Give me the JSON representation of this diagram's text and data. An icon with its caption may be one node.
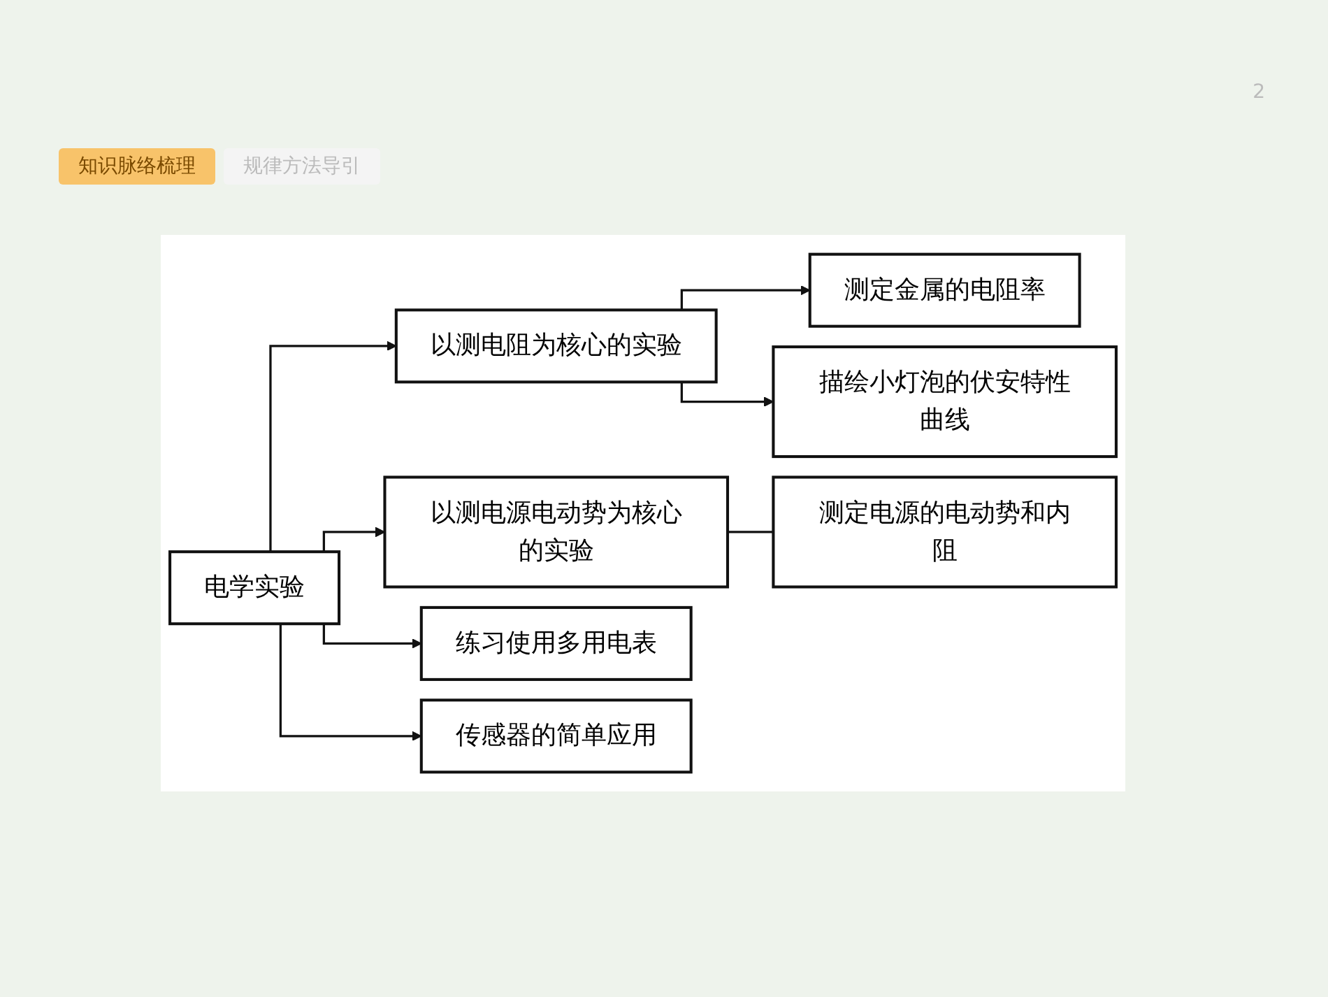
{
  "diagram": {
    "nodes": [
      {
        "text": [
          "电学实验"
        ]
      },
      {
        "text": [
          "以测电阻为核心的实验"
        ]
      },
      {
        "text": [
          "测定金属的电阻率"
        ]
      },
      {
        "text": [
          "描绘小灯泡的伏安特性曲线"
        ]
      },
      {
        "text": [
          "以测电源电动势为核心的实验"
        ]
      },
      {
        "text": [
          "测定电源的电动势和内阻"
        ]
      },
      {
        "text": [
          "练习使用多用电表"
        ]
      },
      {
        "text": [
          "传感器的简单应用"
        ]
      }
    ],
    "edges": [
      {
        "from": 0,
        "to": 1,
        "arrow": "to"
      },
      {
        "from": 0,
        "to": 4,
        "arrow": "to"
      },
      {
        "from": 0,
        "to": 6,
        "arrow": "to"
      },
      {
        "from": 0,
        "to": 7,
        "arrow": "to"
      },
      {
        "from": 1,
        "to": 2,
        "arrow": "to"
      },
      {
        "from": 1,
        "to": 3,
        "arrow": "to"
      },
      {
        "from": 4,
        "to": 5,
        "arrow": "none"
      }
    ],
    "labels": [
      "2",
      "知识脉络梳理",
      "规律方法导引"
    ]
  }
}
